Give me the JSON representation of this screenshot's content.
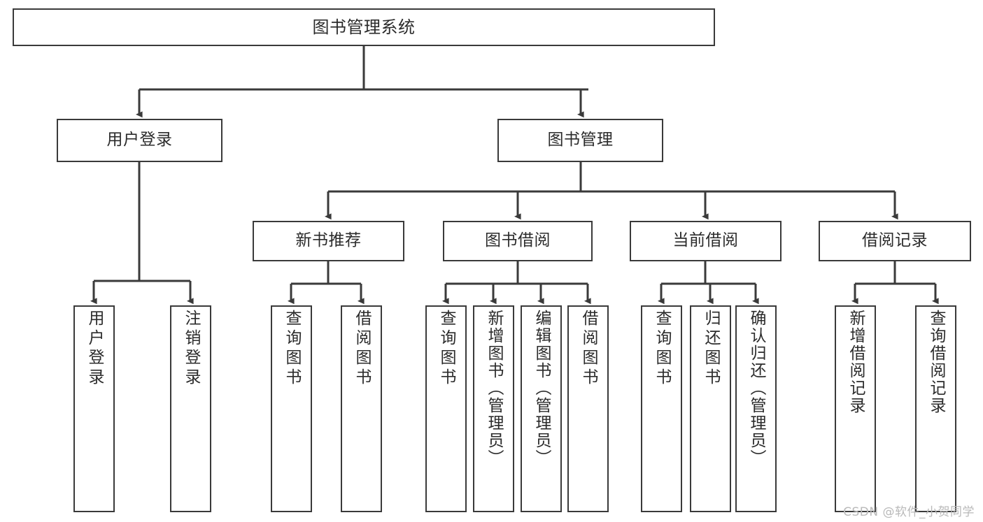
{
  "diagram": {
    "title": "图书管理系统",
    "type": "tree",
    "watermark": "CSDN @软件_小贺同学",
    "colors": {
      "box_border": "#3a3a3a",
      "box_fill": "#ffffff",
      "edge": "#3a3a3a",
      "text": "#2b2b2b",
      "watermark": "#b9b9b9"
    },
    "nodes": {
      "root": {
        "label": "图书管理系统"
      },
      "level1": [
        {
          "id": "user-login",
          "label": "用户登录"
        },
        {
          "id": "book-management",
          "label": "图书管理"
        }
      ],
      "level2": [
        {
          "id": "new-book-recommend",
          "label": "新书推荐"
        },
        {
          "id": "book-borrow",
          "label": "图书借阅"
        },
        {
          "id": "current-borrow",
          "label": "当前借阅"
        },
        {
          "id": "borrow-record",
          "label": "借阅记录"
        }
      ],
      "leaves": {
        "user-login": [
          {
            "id": "user-login-action",
            "label": "用户登录"
          },
          {
            "id": "user-logout-action",
            "label": "注销登录"
          }
        ],
        "new-book-recommend": [
          {
            "id": "query-book-1",
            "label": "查询图书"
          },
          {
            "id": "borrow-book-1",
            "label": "借阅图书"
          }
        ],
        "book-borrow": [
          {
            "id": "query-book-2",
            "label": "查询图书"
          },
          {
            "id": "add-book-admin",
            "label": "新增图书（管理员）"
          },
          {
            "id": "edit-book-admin",
            "label": "编辑图书（管理员）"
          },
          {
            "id": "borrow-book-2",
            "label": "借阅图书"
          }
        ],
        "current-borrow": [
          {
            "id": "query-book-3",
            "label": "查询图书"
          },
          {
            "id": "return-book",
            "label": "归还图书"
          },
          {
            "id": "confirm-return-admin",
            "label": "确认归还（管理员）"
          }
        ],
        "borrow-record": [
          {
            "id": "add-borrow-record",
            "label": "新增借阅记录"
          },
          {
            "id": "query-borrow-record",
            "label": "查询借阅记录"
          }
        ]
      }
    }
  }
}
